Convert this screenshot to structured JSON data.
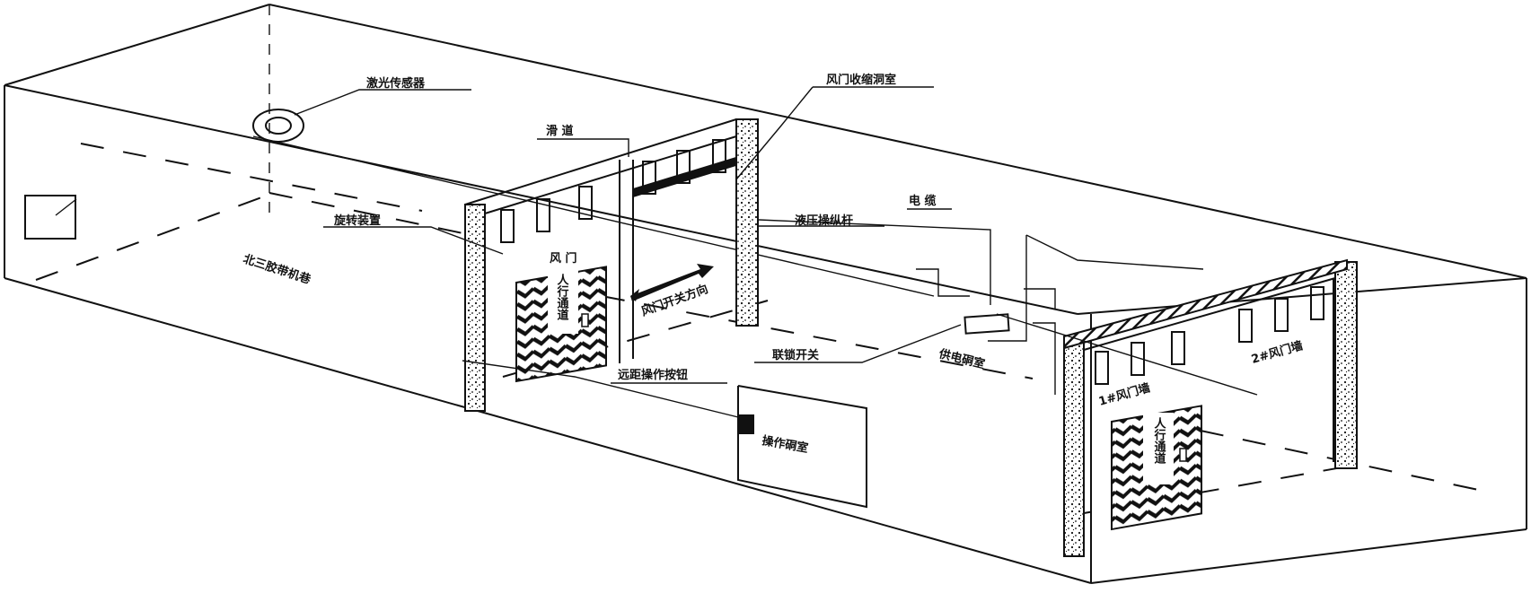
{
  "diagram": {
    "labels": {
      "laser_sensor": "激光传感器",
      "slide_rail": "滑 道",
      "door_compartment": "风门收缩洞室",
      "cable": "电 缆",
      "rotating_device": "旋转装置",
      "hydraulic_lever": "液压操纵杆",
      "north_belt_roadway": "北三胶带机巷",
      "door_left": "风 门",
      "pedestrian_left": "人行通道",
      "door_direction": "风门开关方向",
      "interlock_switch": "联锁开关",
      "power_room": "供电硐室",
      "remote_button": "远距操作按钮",
      "operation_room": "操作硐室",
      "door_1": "1#风门墙",
      "door_2": "2#风门墙",
      "pedestrian_right": "人行通道"
    }
  }
}
